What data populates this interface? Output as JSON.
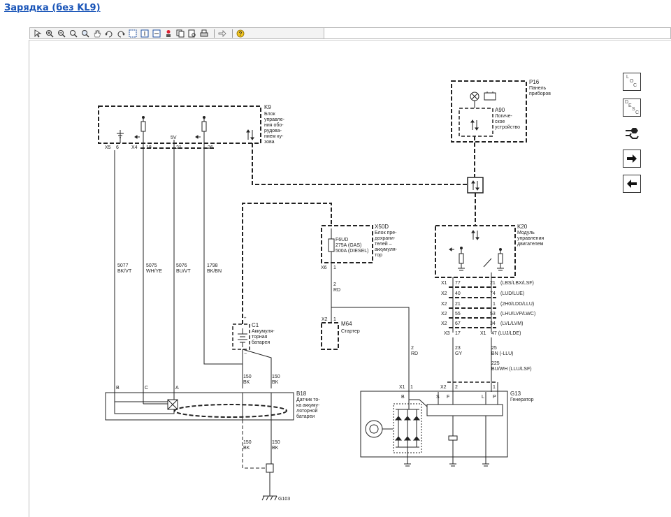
{
  "page": {
    "title": "Зарядка (без KL9)"
  },
  "toolbar": {
    "buttons": [
      {
        "id": "select",
        "icon": "arrow-select-icon"
      },
      {
        "id": "zoom-in",
        "icon": "zoom-in-icon"
      },
      {
        "id": "zoom-out",
        "icon": "zoom-out-icon"
      },
      {
        "id": "zoom",
        "icon": "magnifier-icon"
      },
      {
        "id": "zoom-area",
        "icon": "zoom-area-icon"
      },
      {
        "id": "pan",
        "icon": "hand-icon"
      },
      {
        "id": "rotate-left",
        "icon": "rotate-left-icon"
      },
      {
        "id": "rotate-right",
        "icon": "rotate-right-icon"
      },
      {
        "id": "fit-all",
        "icon": "fit-page-icon"
      },
      {
        "id": "fit-height",
        "icon": "fit-height-icon"
      },
      {
        "id": "fit-width",
        "icon": "fit-width-icon"
      },
      {
        "id": "highlight",
        "icon": "highlight-icon"
      },
      {
        "id": "copy",
        "icon": "copy-icon"
      },
      {
        "id": "print-preview",
        "icon": "print-preview-icon"
      },
      {
        "id": "print",
        "icon": "print-icon"
      },
      {
        "id": "forward",
        "icon": "forward-arrow-icon"
      },
      {
        "id": "help",
        "icon": "help-icon"
      }
    ]
  },
  "side_buttons": {
    "loc": [
      "L",
      "O",
      "C"
    ],
    "desc": [
      "D",
      "E",
      "S",
      "C"
    ]
  },
  "diagram": {
    "k9": {
      "id": "K9",
      "desc": [
        "Блок",
        "управле-",
        "ния обо-",
        "рудова-",
        "нием ку-",
        "зова"
      ],
      "conn_x5": "X5",
      "pin_6": "6",
      "conn_x4": "X4",
      "pin_18": "18",
      "pin_21": "21",
      "pin_26": "26",
      "label_5v": "5V"
    },
    "wires_left": [
      {
        "num": "5077",
        "color": "BK/VT"
      },
      {
        "num": "5075",
        "color": "WH/YE"
      },
      {
        "num": "5076",
        "color": "BU/VT"
      },
      {
        "num": "1798",
        "color": "BK/BN"
      }
    ],
    "c1": {
      "id": "C1",
      "desc": [
        "Аккумуля-",
        "торная",
        "батарея"
      ],
      "plus": "+",
      "minus": "−"
    },
    "x50d": {
      "id": "X50D",
      "desc": [
        "Блок пре-",
        "дохрани-",
        "телей –",
        "аккумуля-",
        "тор"
      ],
      "fuse": "F6UD",
      "rating": [
        "275A (GAS)",
        "500A (DIESEL)"
      ],
      "conn": "X6",
      "pin": "1"
    },
    "wire_2rd_top": {
      "num": "2",
      "color": "RD"
    },
    "m64": {
      "id": "M64",
      "desc": "Стартер",
      "conn": "X2",
      "pin": "1"
    },
    "wire_2rd_bottom": {
      "num": "2",
      "color": "RD"
    },
    "b18": {
      "id": "B18",
      "desc": [
        "Датчик то-",
        "ка аккуму-",
        "ляторной",
        "батареи"
      ],
      "pin_b": "B",
      "pin_c": "C",
      "pin_a": "A"
    },
    "wire_150_top_1": {
      "num": "150",
      "color": "BK"
    },
    "wire_150_top_2": {
      "num": "150",
      "color": "BK"
    },
    "wire_150_bot_1": {
      "num": "150",
      "color": "BK"
    },
    "wire_150_bot_2": {
      "num": "150",
      "color": "BK"
    },
    "ground": "G103",
    "p16": {
      "id": "P16",
      "desc": [
        "Панель",
        "приборов"
      ]
    },
    "a90": {
      "id": "A90",
      "desc": [
        "Логиче-",
        "ское",
        "устройство"
      ]
    },
    "k20": {
      "id": "K20",
      "desc": [
        "Модуль",
        "управления",
        "двигателем"
      ]
    },
    "k20_rows": [
      {
        "conn": "X1",
        "pin_left": "77",
        "pin_right": "21",
        "variant": "(LBS/LBX/LSF)"
      },
      {
        "conn": "X2",
        "pin_left": "40",
        "pin_right": "74",
        "variant": "(LUD/LUE)"
      },
      {
        "conn": "X2",
        "pin_left": "21",
        "pin_right": "1",
        "variant": "(2H0/LDD/LLU)"
      },
      {
        "conn": "X2",
        "pin_left": "55",
        "pin_right": "53",
        "variant": "(LHU/LVP/LWC)"
      },
      {
        "conn": "X2",
        "pin_left": "67",
        "pin_right": "34",
        "variant": "(LVL/LVM)"
      }
    ],
    "k20_last": {
      "conn_left": "X3",
      "pin_left": "17",
      "conn_right": "X1",
      "pin_right": "47 (LUJ/LDE)"
    },
    "wire_23gy": {
      "num": "23",
      "color": "GY"
    },
    "wire_25bn": {
      "num": "25",
      "color": "BN (-LLU)"
    },
    "wire_225": {
      "num": "225",
      "color": "BU/WH (LLU/LSF)"
    },
    "g13": {
      "id": "G13",
      "desc": "Генератор",
      "conn_x1": "X1",
      "pin_1": "1",
      "conn_x2": "X2",
      "pin_2": "2",
      "pin_1b": "1",
      "t_b": "B",
      "t_s": "S",
      "t_f": "F",
      "t_l": "L",
      "t_p": "P"
    }
  }
}
